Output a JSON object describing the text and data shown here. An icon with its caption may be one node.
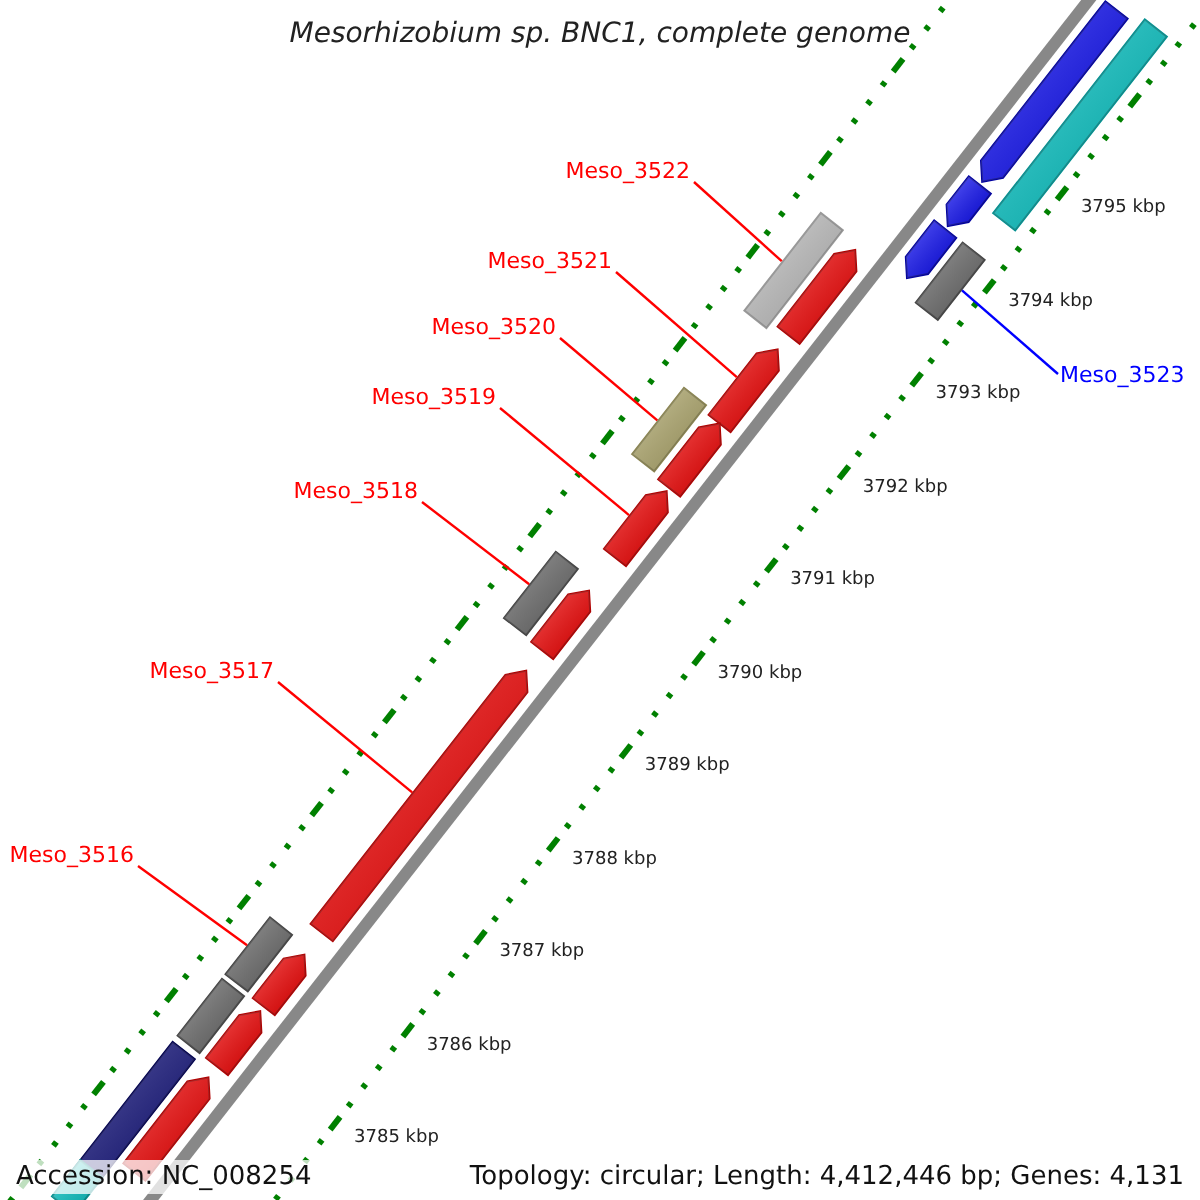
{
  "diagram": {
    "title": "Mesorhizobium sp. BNC1, complete genome",
    "nodes": [
      {
        "text": [
          "Meso_3522"
        ]
      },
      {
        "text": [
          "Meso_3521"
        ]
      },
      {
        "text": [
          "Meso_3520"
        ]
      },
      {
        "text": [
          "Meso_3523"
        ]
      },
      {
        "text": [
          "Meso_3519"
        ]
      },
      {
        "text": [
          "Meso_3518"
        ]
      },
      {
        "text": [
          "Meso_3517"
        ]
      },
      {
        "text": [
          "Meso_3516"
        ]
      },
      {
        "text": [],
        "shape": "bar"
      },
      {
        "text": [],
        "shape": "arrow"
      },
      {
        "text": [],
        "shape": "bar"
      },
      {
        "text": [],
        "shape": "bar"
      },
      {
        "text": [],
        "shape": "arrow"
      },
      {
        "text": [],
        "shape": "bar"
      },
      {
        "text": [],
        "shape": "arrow"
      },
      {
        "text": [],
        "shape": "bar"
      },
      {
        "text": [],
        "shape": "bar"
      },
      {
        "text": [],
        "shape": "arrow"
      },
      {
        "text": [],
        "shape": "arrow"
      },
      {
        "text": [],
        "shape": "arrow"
      },
      {
        "text": [],
        "shape": "arrow"
      },
      {
        "text": [],
        "shape": "arrow"
      },
      {
        "text": [],
        "shape": "arrow"
      },
      {
        "text": [],
        "shape": "arrow"
      },
      {
        "text": [],
        "shape": "bar"
      },
      {
        "text": [],
        "shape": "arrow"
      },
      {
        "text": [],
        "shape": "bar"
      },
      {
        "text": [],
        "shape": "arrow"
      },
      {
        "text": [],
        "shape": "bar"
      }
    ],
    "edges": [
      {
        "from": 0,
        "to": 8,
        "arrow": "none"
      },
      {
        "from": 1,
        "to": 9,
        "arrow": "none"
      },
      {
        "from": 2,
        "to": 10,
        "arrow": "none"
      },
      {
        "from": 3,
        "to": 11,
        "arrow": "none",
        "color": "#0000ff"
      },
      {
        "from": 4,
        "to": 12,
        "arrow": "none"
      },
      {
        "from": 5,
        "to": 13,
        "arrow": "none"
      },
      {
        "from": 6,
        "to": 14,
        "arrow": "none"
      },
      {
        "from": 7,
        "to": 15,
        "arrow": "none"
      }
    ],
    "labels": [
      "3795 kbp",
      "3794 kbp",
      "3793 kbp",
      "3792 kbp",
      "3791 kbp",
      "3790 kbp",
      "3789 kbp",
      "3788 kbp",
      "3787 kbp",
      "3786 kbp",
      "3785 kbp",
      "Accession: NC_008254",
      "Topology: circular; Length: 4,412,446 bp; Genes: 4,131"
    ]
  }
}
